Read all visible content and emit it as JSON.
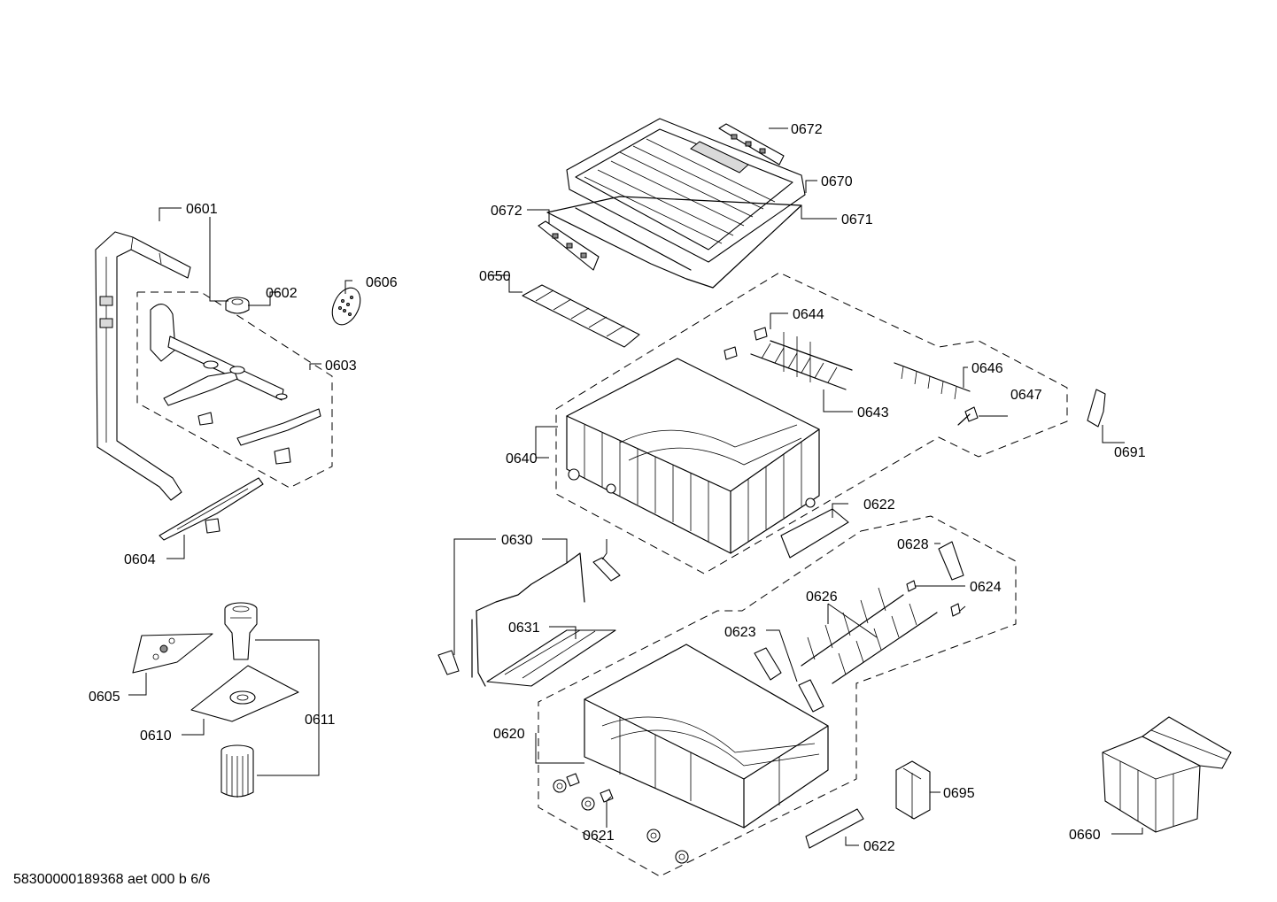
{
  "document_code": "58300000189368 aet 000 b 6/6",
  "callouts": {
    "p0601": "0601",
    "p0602": "0602",
    "p0603": "0603",
    "p0604": "0604",
    "p0605": "0605",
    "p0606": "0606",
    "p0610": "0610",
    "p0611": "0611",
    "p0620": "0620",
    "p0621": "0621",
    "p0622a": "0622",
    "p0622b": "0622",
    "p0623": "0623",
    "p0624": "0624",
    "p0626": "0626",
    "p0628": "0628",
    "p0630": "0630",
    "p0631": "0631",
    "p0640": "0640",
    "p0643": "0643",
    "p0644": "0644",
    "p0646": "0646",
    "p0647": "0647",
    "p0650": "0650",
    "p0660": "0660",
    "p0670": "0670",
    "p0671": "0671",
    "p0672a": "0672",
    "p0672b": "0672",
    "p0691": "0691",
    "p0695": "0695"
  }
}
